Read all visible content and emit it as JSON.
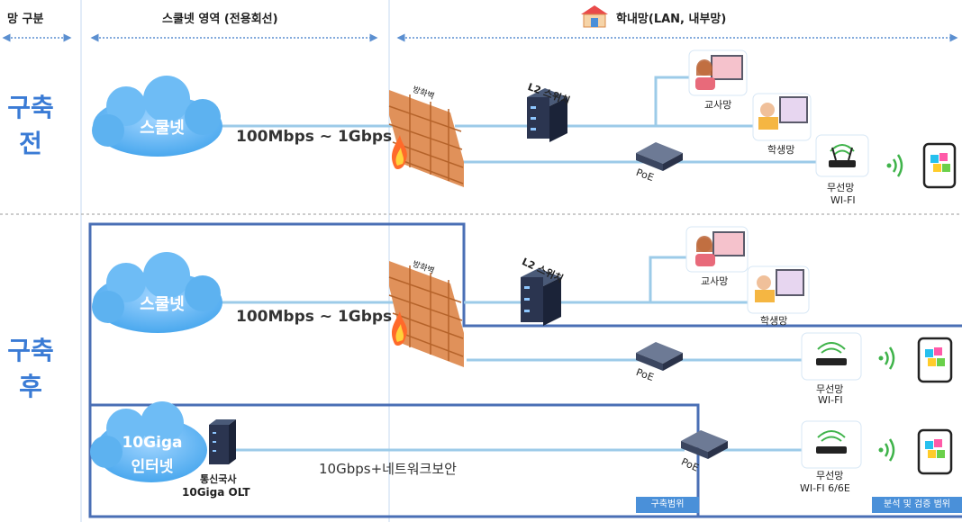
{
  "header": {
    "col1": "망 구분",
    "col2": "스쿨넷 영역 (전용회선)",
    "col3": "학내망(LAN, 내부망)"
  },
  "rows": {
    "before": "구축\n전",
    "after": "구축\n후"
  },
  "before": {
    "cloud": "스쿨넷",
    "speed": "100Mbps ~ 1Gbps",
    "firewall": "방화벽",
    "switch": "L2 스위치",
    "teacher": "교사망",
    "student": "학생망",
    "poe": "PoE",
    "wifi_name": "무선망",
    "wifi_spec": "WI-FI"
  },
  "after": {
    "cloud": "스쿨넷",
    "speed": "100Mbps ~ 1Gbps",
    "firewall": "방화벽",
    "switch": "L2 스위치",
    "teacher": "교사망",
    "student": "학생망",
    "poe": "PoE",
    "wifi_name": "무선망",
    "wifi_spec": "WI-FI",
    "cloud2_line1": "10Giga",
    "cloud2_line2": "인터넷",
    "olt_line1": "통신국사",
    "olt_line2": "10Giga OLT",
    "speed2": "10Gbps+네트워크보안",
    "poe2": "PoE",
    "wifi2_name": "무선망",
    "wifi2_spec": "WI-FI 6/6E",
    "tag_build": "구축범위",
    "tag_analysis": "분석 및 검증 범위"
  },
  "colors": {
    "accent": "#3a7bd5",
    "line": "#9ccbe8",
    "box": "#4a6fb5"
  }
}
